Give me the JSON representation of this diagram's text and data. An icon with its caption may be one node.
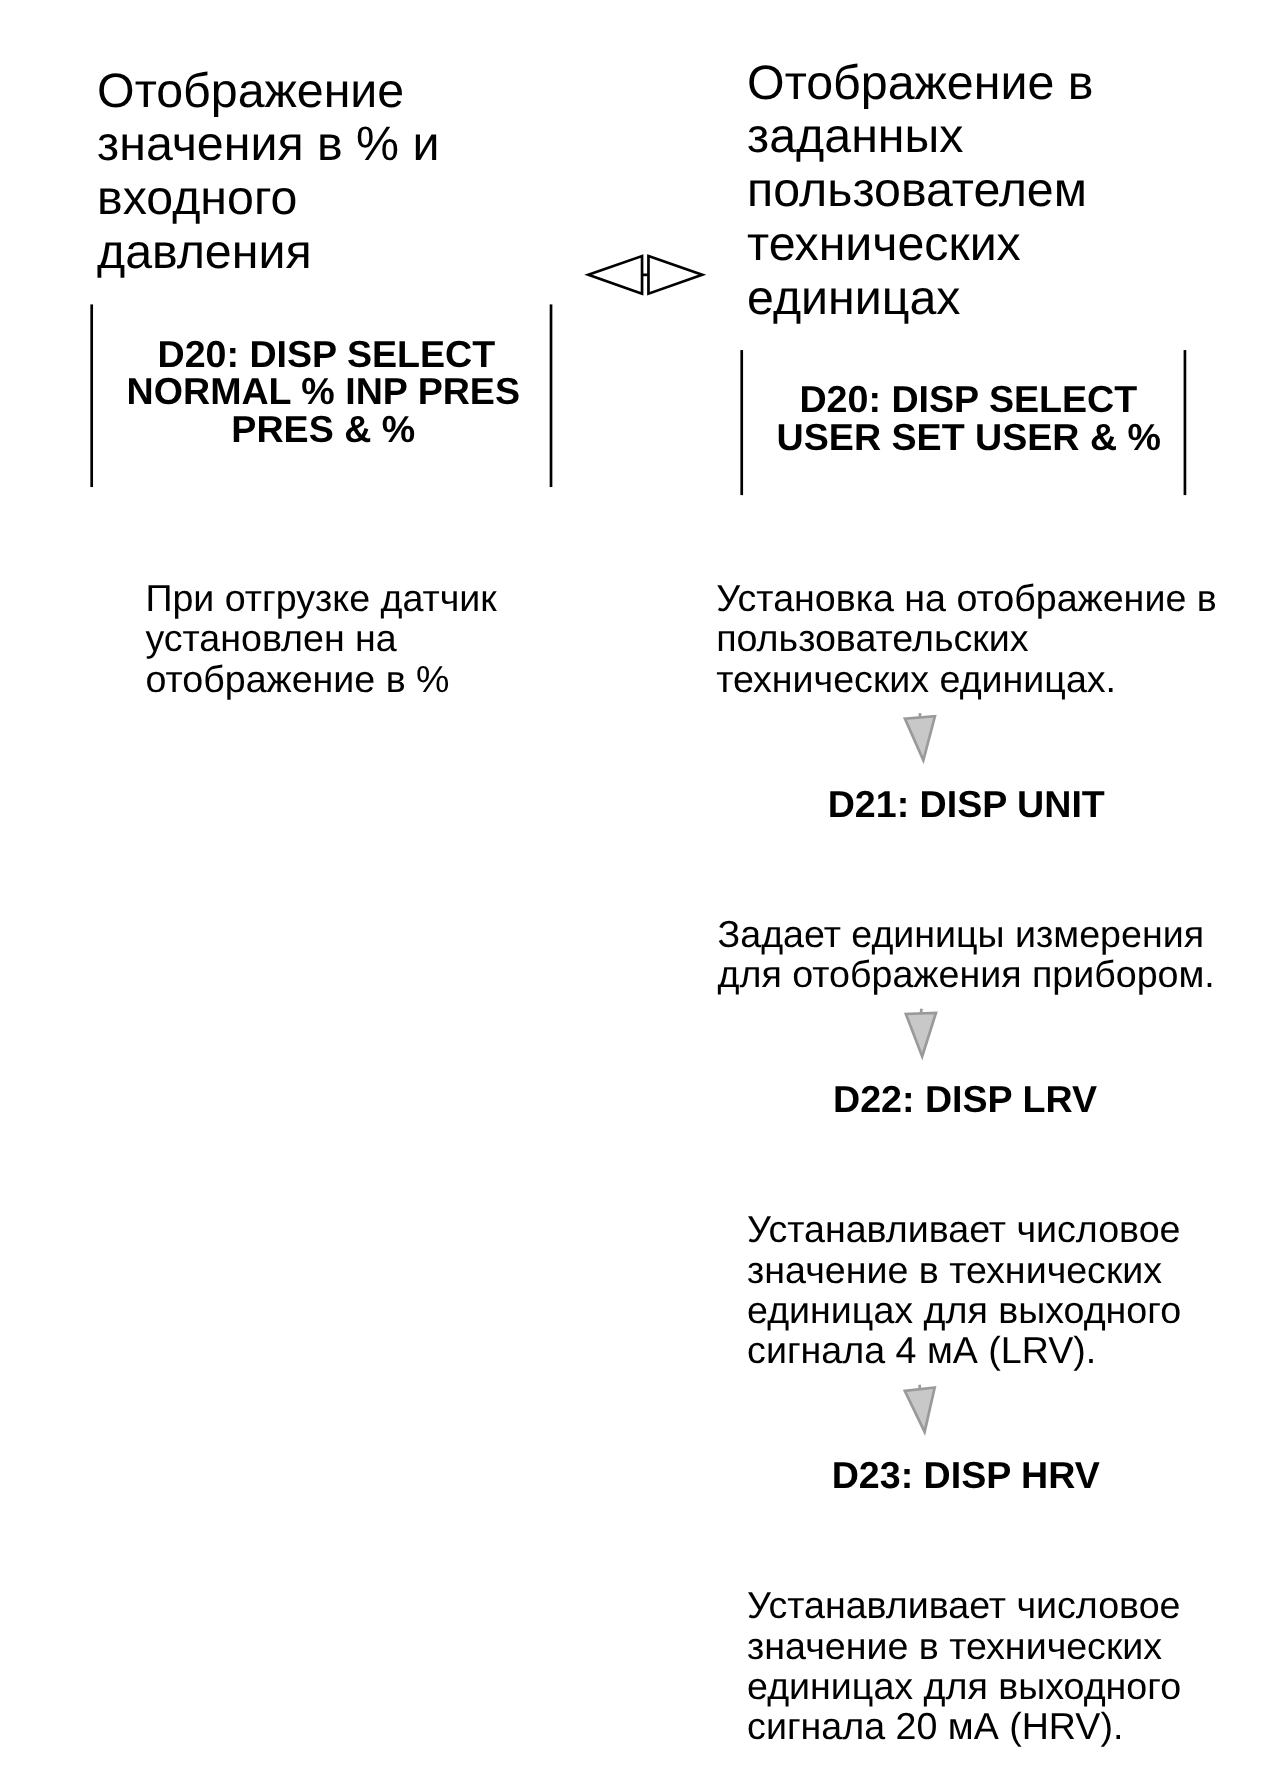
{
  "diagram": {
    "nodes": [
      {
        "text": [
          "Отображение значения в % и входного давления",
          "D20: DISP SELECT NORMAL % INP PRES PRES & %"
        ]
      },
      {
        "text": [
          "Отображение в заданных пользователем технических единицах",
          "D20: DISP SELECT USER SET USER & %"
        ]
      },
      {
        "text": [
          "Установка на отображение в пользовательских технических единицах."
        ]
      },
      {
        "text": [
          "D21: DISP UNIT"
        ]
      },
      {
        "text": [
          "Задает единицы измерения для отображения прибором."
        ]
      },
      {
        "text": [
          "D22: DISP LRV"
        ]
      },
      {
        "text": [
          "Устанавливает числовое значение в технических единицах для выходного сигнала 4 мА (LRV)."
        ]
      },
      {
        "text": [
          "D23: DISP HRV"
        ]
      },
      {
        "text": [
          "Устанавливает числовое значение в технических единицах для выходного сигнала 20 мА (HRV)."
        ]
      }
    ],
    "edges": [
      {
        "from": 0,
        "to": 1,
        "arrow": "both",
        "color": "#000000"
      },
      {
        "from": 2,
        "to": 3,
        "arrow": "to"
      },
      {
        "from": 4,
        "to": 5,
        "arrow": "to"
      },
      {
        "from": 6,
        "to": 7,
        "arrow": "to"
      }
    ],
    "labels": [
      "При отгрузке датчик установлен на отображение в %"
    ]
  }
}
